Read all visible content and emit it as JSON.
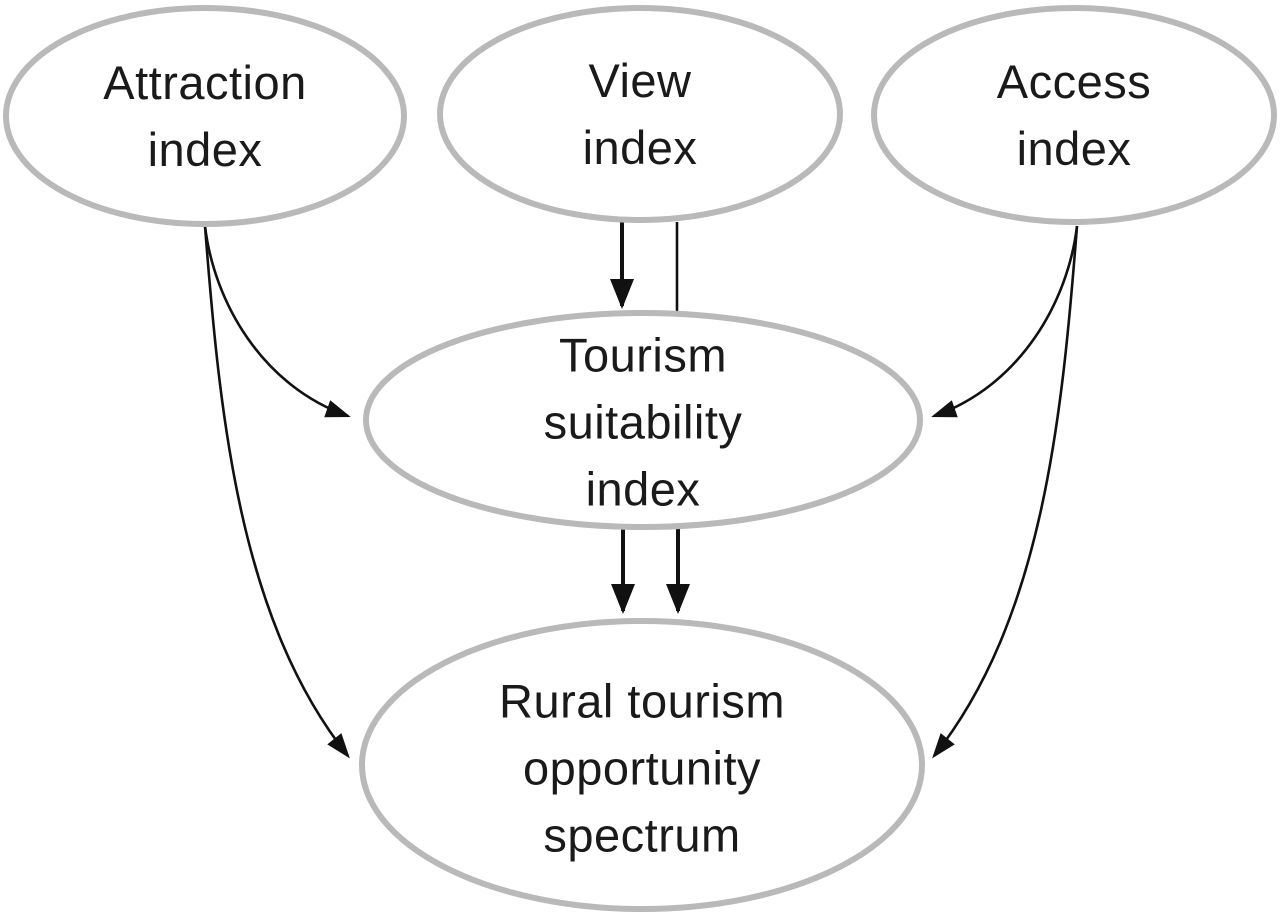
{
  "diagram": {
    "type": "flow-diagram",
    "colors": {
      "background": "#ffffff",
      "node_fill": "#ffffff",
      "node_border": "#b9b9b9",
      "text": "#1a1a1a",
      "arrow": "#111111"
    },
    "nodes": [
      {
        "id": "attraction-index",
        "label": "Attraction index",
        "label_lines": [
          "Attraction",
          "index"
        ]
      },
      {
        "id": "view-index",
        "label": "View index",
        "label_lines": [
          "View",
          "index"
        ]
      },
      {
        "id": "access-index",
        "label": "Access index",
        "label_lines": [
          "Access",
          "index"
        ]
      },
      {
        "id": "tourism-suitability-index",
        "label": "Tourism suitability index",
        "label_lines": [
          "Tourism",
          "suitability",
          "index"
        ]
      },
      {
        "id": "rural-tourism-opportunity-spectrum",
        "label": "Rural tourism opportunity spectrum",
        "label_lines": [
          "Rural tourism",
          "opportunity",
          "spectrum"
        ]
      }
    ],
    "edges": [
      {
        "from": "Attraction index",
        "to": "Tourism suitability index",
        "style": "curved",
        "arrowhead": true
      },
      {
        "from": "Attraction index",
        "to": "Rural tourism opportunity spectrum",
        "style": "curved",
        "arrowhead": true
      },
      {
        "from": "View index",
        "to": "Tourism suitability index",
        "style": "straight-thick",
        "arrowhead": true
      },
      {
        "from": "View index",
        "to": "Tourism suitability index",
        "style": "straight-plain",
        "arrowhead": false
      },
      {
        "from": "Access index",
        "to": "Tourism suitability index",
        "style": "curved",
        "arrowhead": true
      },
      {
        "from": "Access index",
        "to": "Rural tourism opportunity spectrum",
        "style": "curved",
        "arrowhead": true
      },
      {
        "from": "Tourism suitability index",
        "to": "Rural tourism opportunity spectrum",
        "style": "straight-thick",
        "arrowhead": true
      },
      {
        "from": "Tourism suitability index",
        "to": "Rural tourism opportunity spectrum",
        "style": "straight-thick",
        "arrowhead": true
      }
    ]
  }
}
